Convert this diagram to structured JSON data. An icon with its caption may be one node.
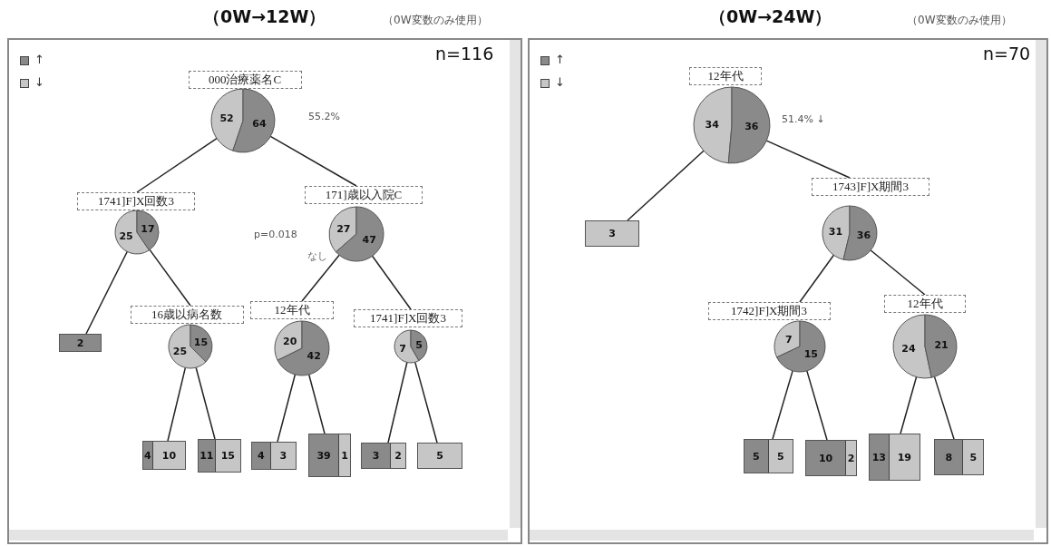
{
  "diagram": {
    "nodes": [
      {
        "text": [
          "（0W→12W）",
          "（0W変数のみ使用）",
          "n=116"
        ]
      },
      {
        "text": [
          "000治療薬名C",
          "52",
          "64"
        ],
        "in": 0,
        "beside": [
          "55.2%"
        ]
      },
      {
        "text": [
          "1741]F]X回数3",
          "25",
          "17"
        ],
        "in": 0
      },
      {
        "text": [
          "171]歳以入院C",
          "27",
          "47"
        ],
        "in": 0
      },
      {
        "text": [
          "2"
        ],
        "in": 0
      },
      {
        "text": [
          "16歳以病名数",
          "25",
          "15"
        ],
        "in": 0
      },
      {
        "text": [
          "12年代",
          "20",
          "42"
        ],
        "in": 0
      },
      {
        "text": [
          "1741]F]X回数3",
          "7",
          "5"
        ],
        "in": 0
      },
      {
        "text": [
          "4",
          "10"
        ],
        "in": 0
      },
      {
        "text": [
          "11",
          "15"
        ],
        "in": 0
      },
      {
        "text": [
          "4",
          "3"
        ],
        "in": 0
      },
      {
        "text": [
          "39",
          "1"
        ],
        "in": 0
      },
      {
        "text": [
          "3",
          "2"
        ],
        "in": 0
      },
      {
        "text": [
          "5"
        ],
        "in": 0
      },
      {
        "text": [
          "（0W→24W）",
          "（0W変数のみ使用）",
          "n=70"
        ]
      },
      {
        "text": [
          "12年代",
          "34",
          "36"
        ],
        "in": 14,
        "beside": [
          "51.4% ↓"
        ]
      },
      {
        "text": [
          "3"
        ],
        "in": 14
      },
      {
        "text": [
          "1743]F]X期間3",
          "31",
          "36"
        ],
        "in": 14
      },
      {
        "text": [
          "1742]F]X期間3",
          "7",
          "15"
        ],
        "in": 14
      },
      {
        "text": [
          "12年代",
          "24",
          "21"
        ],
        "in": 14
      },
      {
        "text": [
          "5",
          "5"
        ],
        "in": 14
      },
      {
        "text": [
          "10",
          "2"
        ],
        "in": 14
      },
      {
        "text": [
          "13",
          "19"
        ],
        "in": 14
      },
      {
        "text": [
          "8",
          "5"
        ],
        "in": 14
      }
    ],
    "edges": [
      {
        "from": 1,
        "to": 2,
        "arrow": "none"
      },
      {
        "from": 1,
        "to": 3,
        "arrow": "none"
      },
      {
        "from": 2,
        "to": 4,
        "arrow": "none"
      },
      {
        "from": 2,
        "to": 5,
        "arrow": "none"
      },
      {
        "from": 3,
        "to": 6,
        "arrow": "none",
        "label": "なし"
      },
      {
        "from": 3,
        "to": 7,
        "arrow": "none"
      },
      {
        "from": 5,
        "to": 8,
        "arrow": "none"
      },
      {
        "from": 5,
        "to": 9,
        "arrow": "none"
      },
      {
        "from": 6,
        "to": 10,
        "arrow": "none"
      },
      {
        "from": 6,
        "to": 11,
        "arrow": "none"
      },
      {
        "from": 7,
        "to": 12,
        "arrow": "none"
      },
      {
        "from": 7,
        "to": 13,
        "arrow": "none"
      },
      {
        "from": 15,
        "to": 16,
        "arrow": "none"
      },
      {
        "from": 15,
        "to": 17,
        "arrow": "none"
      },
      {
        "from": 17,
        "to": 18,
        "arrow": "none"
      },
      {
        "from": 17,
        "to": 19,
        "arrow": "none"
      },
      {
        "from": 18,
        "to": 20,
        "arrow": "none"
      },
      {
        "from": 18,
        "to": 21,
        "arrow": "none"
      },
      {
        "from": 19,
        "to": 22,
        "arrow": "none"
      },
      {
        "from": 19,
        "to": 23,
        "arrow": "none"
      }
    ],
    "labels": [
      "p=0.018"
    ],
    "legend": [
      {
        "text": "↑",
        "color": "#8a8a8a"
      },
      {
        "text": "↓",
        "color": "#c6c6c6"
      },
      {
        "text": "↑",
        "color": "#8a8a8a"
      },
      {
        "text": "↓",
        "color": "#c6c6c6"
      }
    ]
  }
}
